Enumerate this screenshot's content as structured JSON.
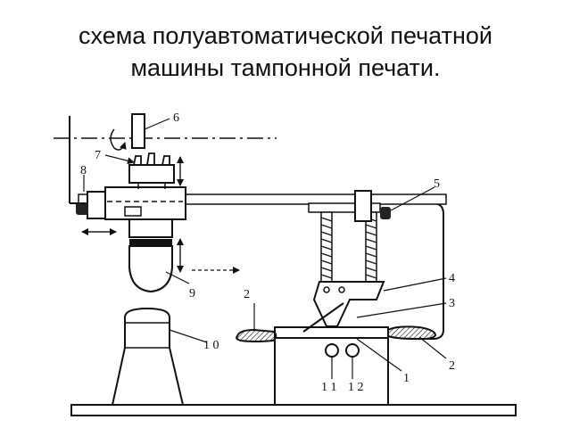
{
  "title": {
    "line1": "схема полуавтоматической печатной",
    "line2": "машины тампонной печати."
  },
  "labels": {
    "l1": "1",
    "l2a": "2",
    "l2b": "2",
    "l3": "3",
    "l4": "4",
    "l5": "5",
    "l6": "6",
    "l7": "7",
    "l8": "8",
    "l9": "9",
    "l10": "1 0",
    "l11": "1 1",
    "l12": "1 2"
  }
}
